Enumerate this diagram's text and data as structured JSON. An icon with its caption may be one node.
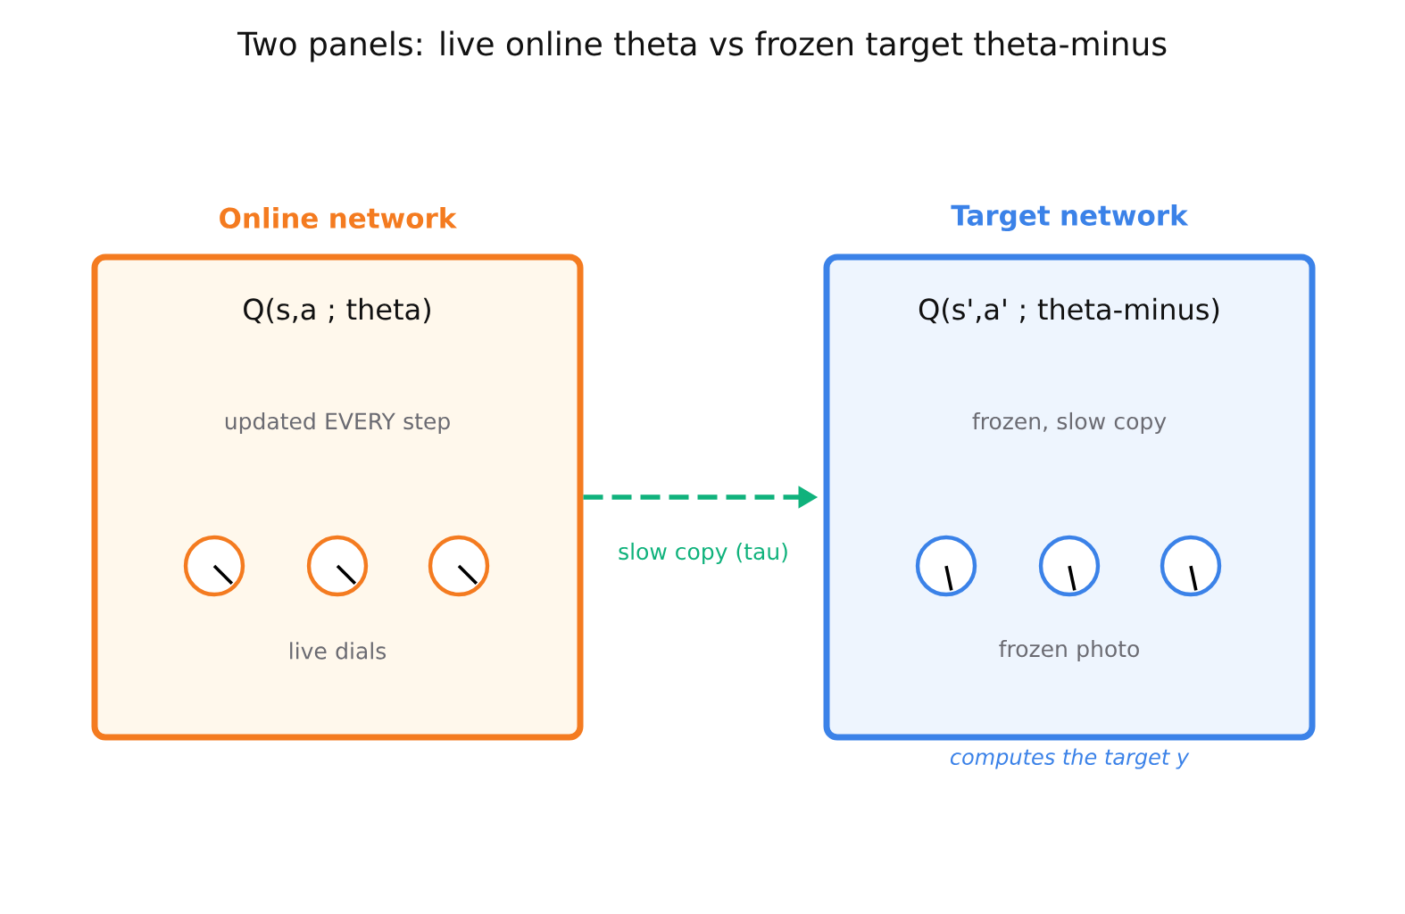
{
  "diagram": {
    "title": "Two panels: live online theta vs frozen target theta-minus",
    "nodes": [
      {
        "text": [
          "Online network",
          "Q(s,a ; theta)",
          "updated EVERY step",
          "live dials"
        ]
      },
      {
        "text": [
          "Target network",
          "Q(s',a' ; theta-minus)",
          "frozen, slow copy",
          "frozen photo"
        ],
        "beside": [
          "computes the target y"
        ]
      }
    ],
    "edges": [
      {
        "from": 0,
        "to": 1,
        "arrow": "to",
        "label": "slow copy (tau)",
        "style": "dashed",
        "color": "#10b27c"
      }
    ]
  }
}
